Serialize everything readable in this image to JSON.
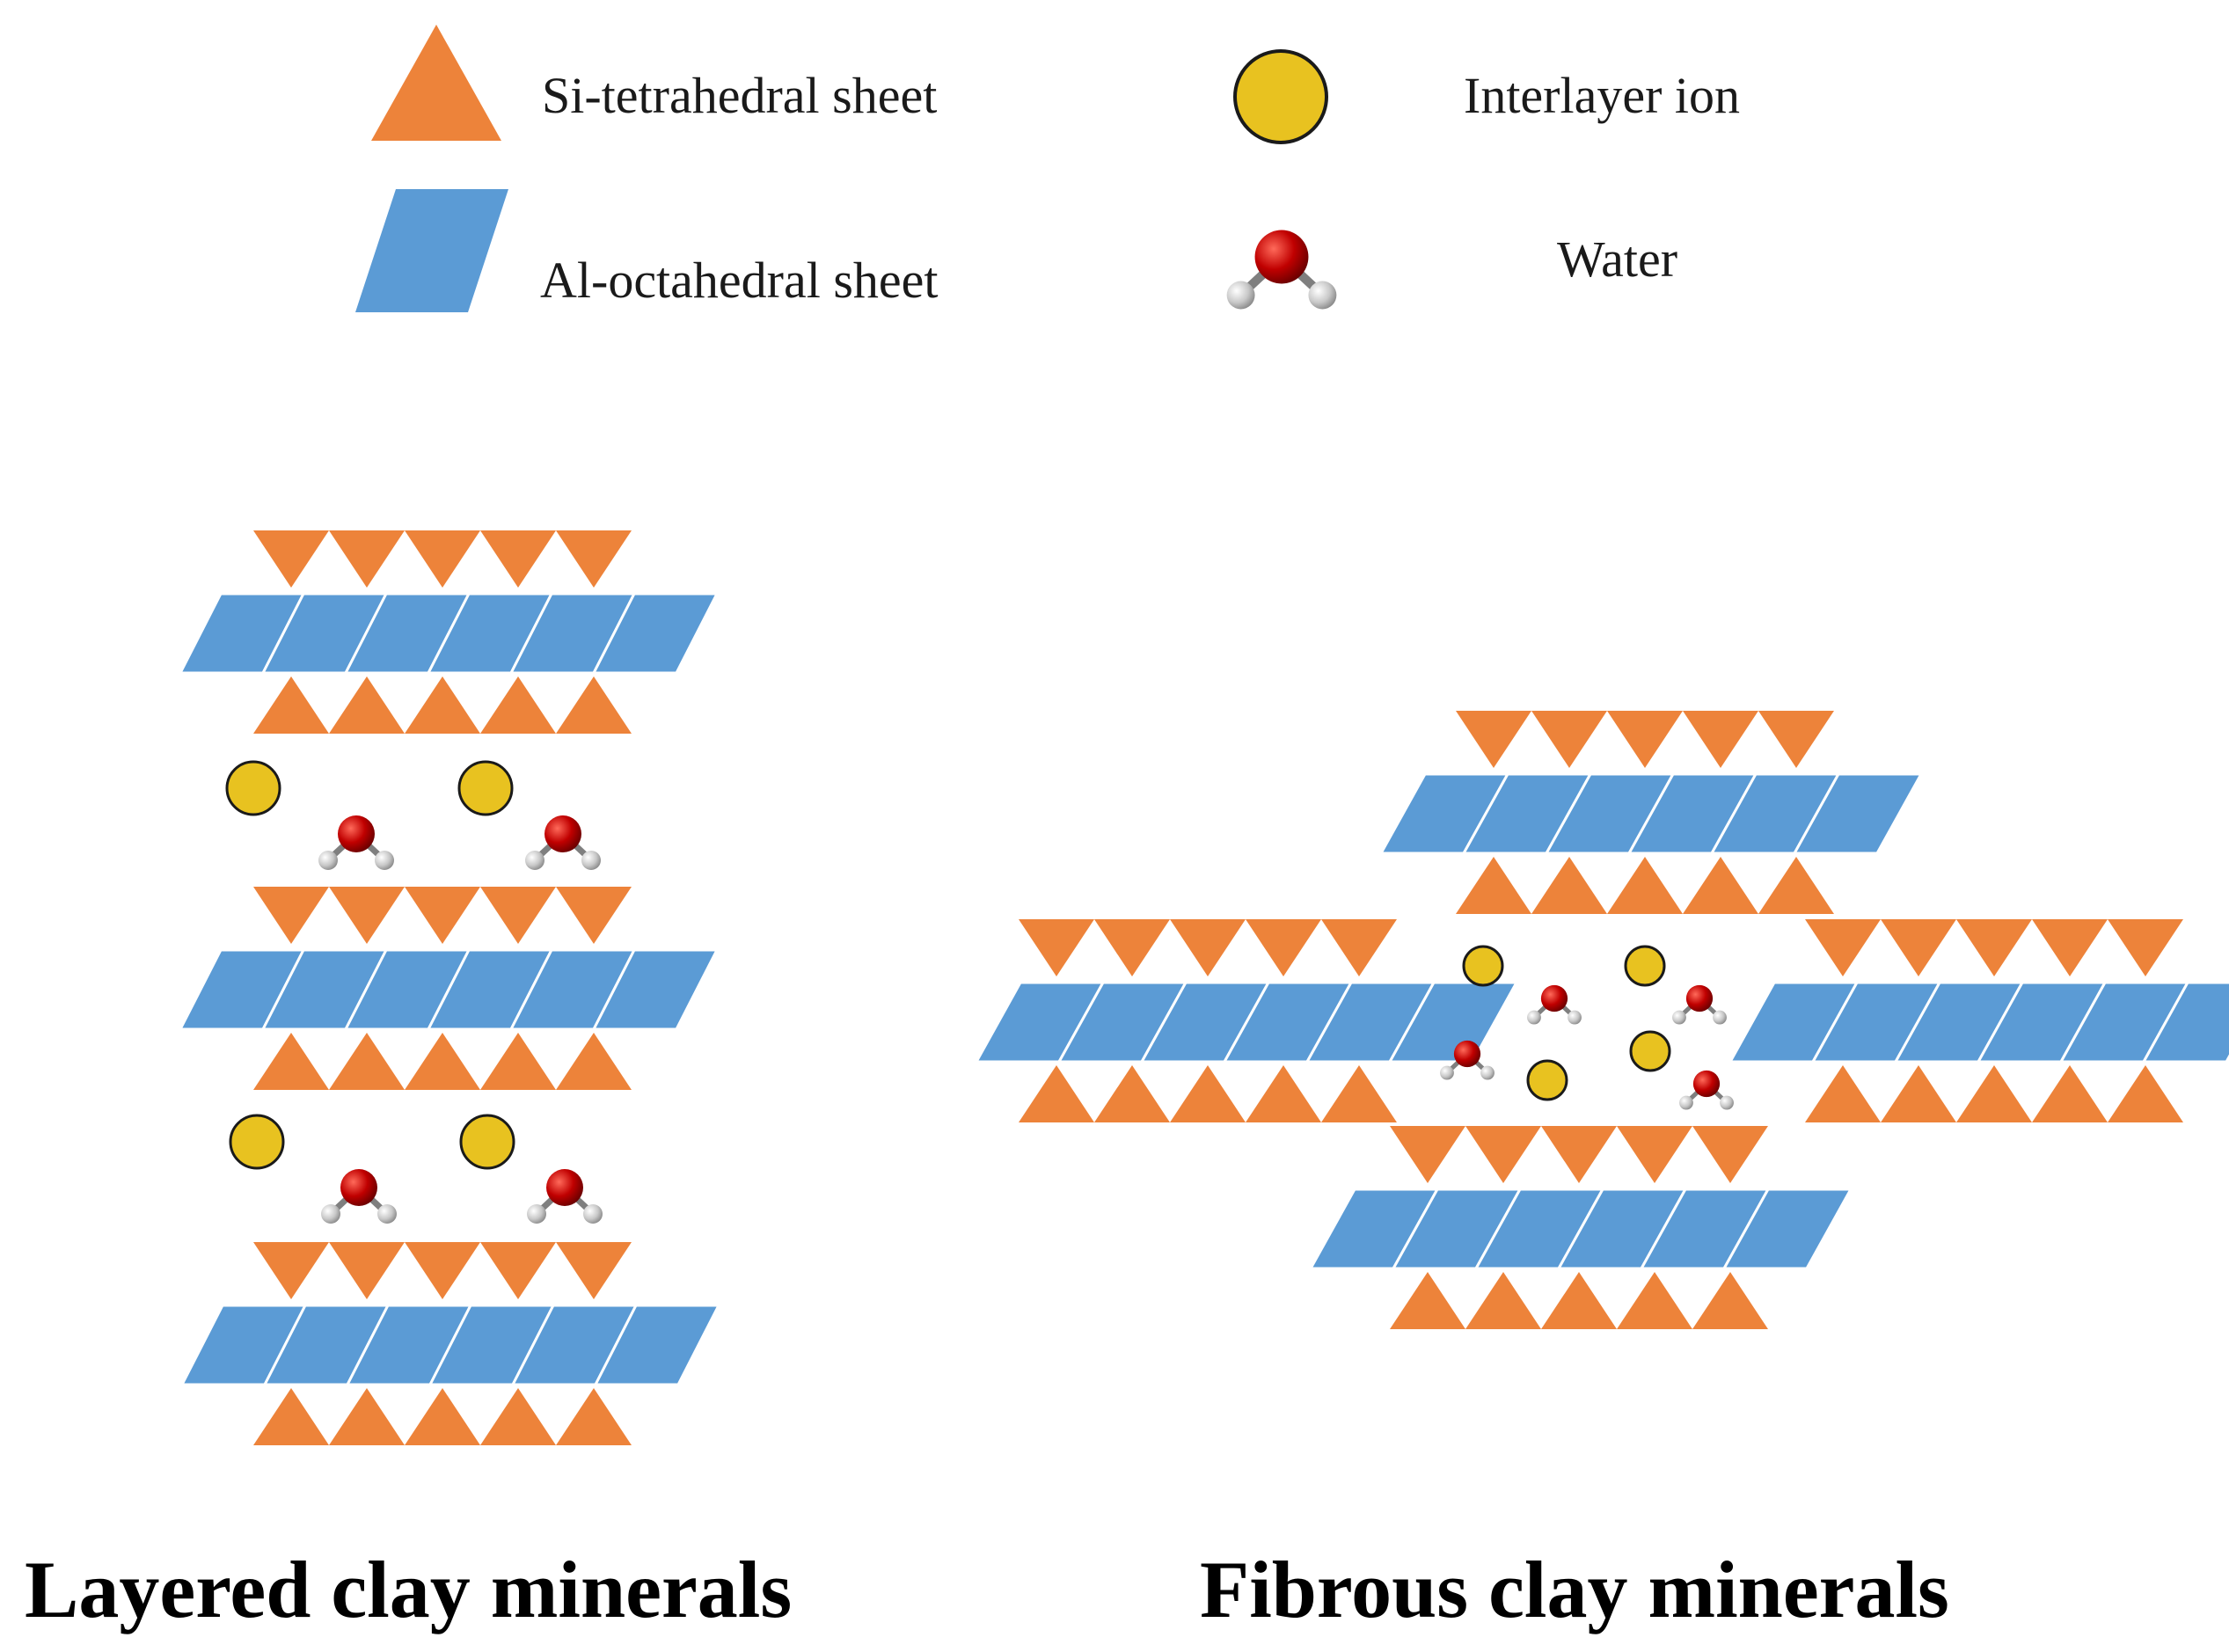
{
  "legend": {
    "items": [
      {
        "key": "tetrahedral",
        "label": "Si-tetrahedral sheet",
        "icon": "orange-triangle-icon"
      },
      {
        "key": "octahedral",
        "label": "Al-octahedral sheet",
        "icon": "blue-parallelogram-icon"
      },
      {
        "key": "ion",
        "label": "Interlayer ion",
        "icon": "yellow-circle-icon"
      },
      {
        "key": "water",
        "label": "Water",
        "icon": "water-molecule-icon"
      }
    ]
  },
  "captions": {
    "layered": "Layered clay minerals",
    "fibrous": "Fibrous clay minerals"
  },
  "colors": {
    "tetrahedral": "#ED833A",
    "octahedral": "#5B9BD5",
    "ion": "#E8C220",
    "ion_stroke": "#1a1a1a",
    "oxygen": "#C00000",
    "hydrogen": "#BFBFBF",
    "bond": "#7F7F7F"
  }
}
